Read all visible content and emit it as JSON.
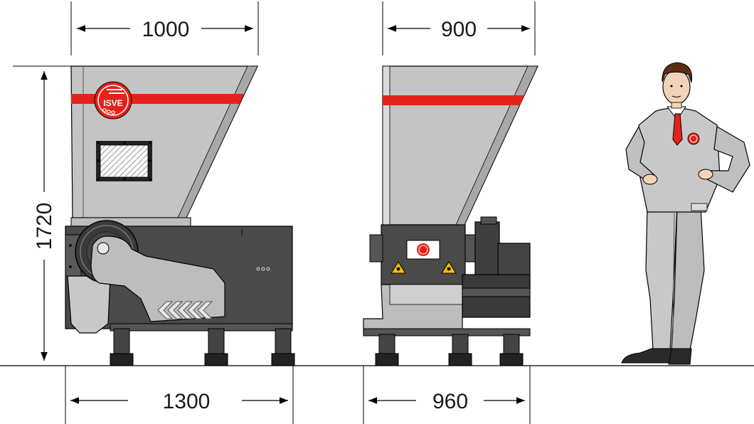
{
  "dimensions": {
    "top_width_front": "1000",
    "top_width_side": "900",
    "height": "1720",
    "base_width_front": "1300",
    "base_width_side": "960"
  },
  "logo": {
    "text": "ISVE"
  },
  "colors": {
    "hopper": "#c4c4c4",
    "body": "#4a4a4a",
    "stripe": "#e3231b",
    "logo_red": "#e3231b",
    "warning": "#f2c200",
    "line": "#000000"
  }
}
